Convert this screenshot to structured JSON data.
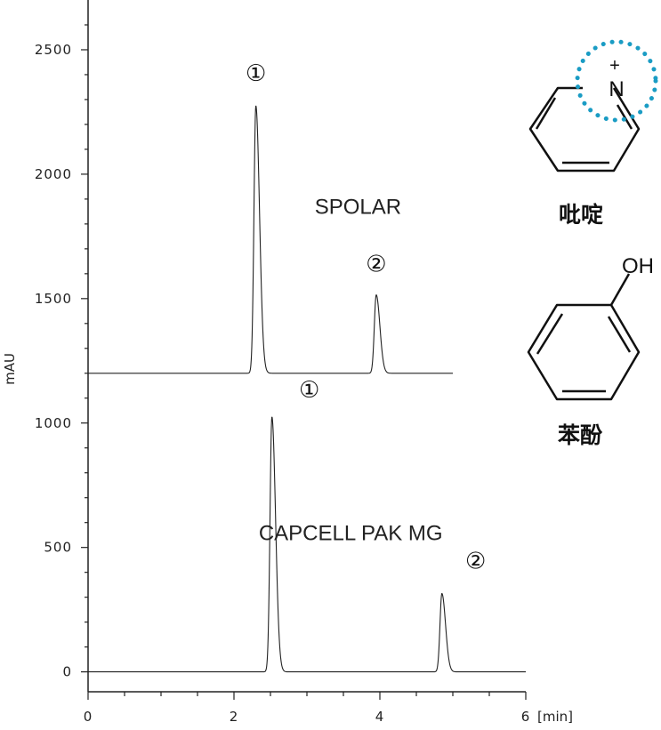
{
  "chart_data": {
    "type": "line",
    "xlabel": "[min]",
    "ylabel": "mAU",
    "xlim": [
      0,
      6
    ],
    "ylim": [
      -80,
      2700
    ],
    "x_ticks": [
      "0",
      "2",
      "4",
      "6"
    ],
    "y_ticks": [
      "0",
      "500",
      "1000",
      "1500",
      "2000",
      "2500"
    ],
    "grid": false,
    "series": [
      {
        "name": "SPOLAR",
        "baseline": 1200,
        "x_range": [
          0,
          5.0
        ],
        "peaks": [
          {
            "label": "①",
            "rt": 2.3,
            "height": 2275
          },
          {
            "label": "②",
            "rt": 3.95,
            "height": 1515
          }
        ]
      },
      {
        "name": "CAPCELL PAK MG",
        "baseline": 0,
        "x_range": [
          0,
          6.0
        ],
        "peaks": [
          {
            "label": "①",
            "rt": 2.52,
            "height": 1025
          },
          {
            "label": "②",
            "rt": 4.85,
            "height": 315
          }
        ]
      }
    ]
  },
  "structures": {
    "pyridine": {
      "name": "吡啶",
      "atom": "N",
      "charge": "+",
      "highlight_color": "#1a9cc4"
    },
    "phenol": {
      "name": "苯酚",
      "group": "OH"
    }
  }
}
